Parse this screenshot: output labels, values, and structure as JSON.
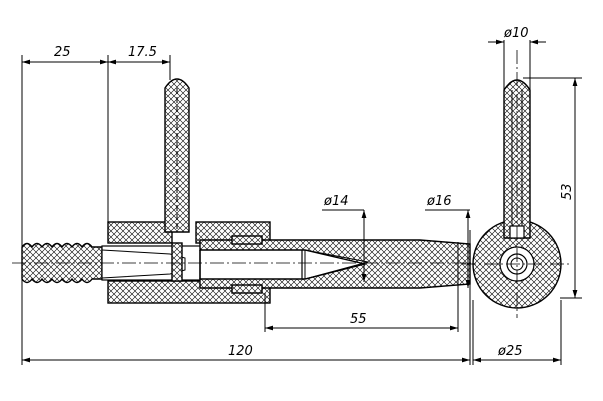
{
  "drawing": {
    "dimensions": {
      "len_25": "25",
      "len_17_5": "17.5",
      "dia_14": "ø14",
      "dia_16": "ø16",
      "dia_10": "ø10",
      "height_53": "53",
      "len_55": "55",
      "len_120": "120",
      "dia_25": "ø25"
    }
  }
}
